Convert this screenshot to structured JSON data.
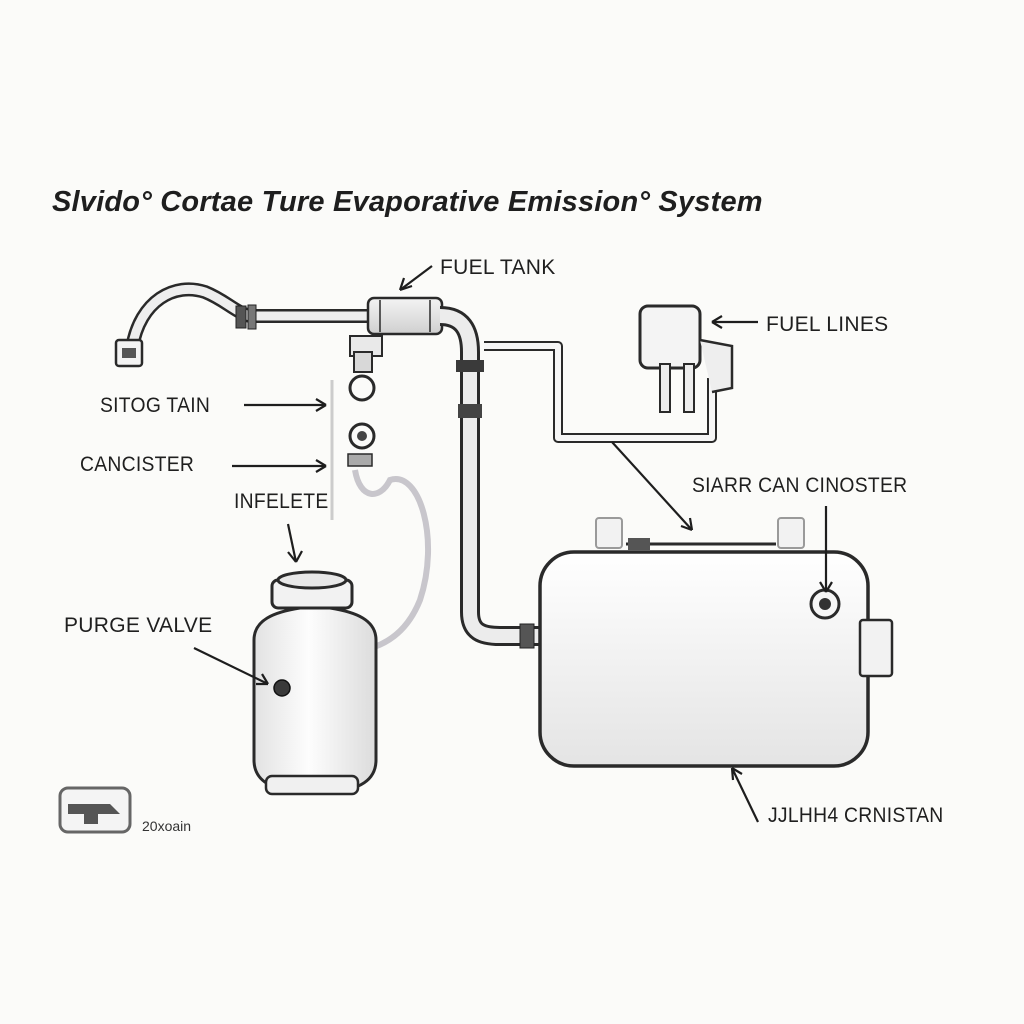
{
  "title": "Slvido° Cortae Ture Evaporative Emission° System",
  "labels": {
    "fuel_tank": "FUEL TANK",
    "fuel_lines": "FUEL LINES",
    "sitog_tain": "SITOG TAIN",
    "cancister": "CANCISTER",
    "infelete": "INFELETE",
    "siarr_can_cinoster": "SIARR CAN CINOSTER",
    "purge_valve": "PURGE VALVE",
    "jjlhh4_crnistan": "JJLHH4 CRNISTAN"
  },
  "legend": {
    "icon": "tray-icon",
    "note": "20xoain"
  },
  "colors": {
    "background": "#fbfbf9",
    "stroke": "#2a2a2a",
    "fill": "#efefef",
    "text": "#1f1f1f"
  }
}
